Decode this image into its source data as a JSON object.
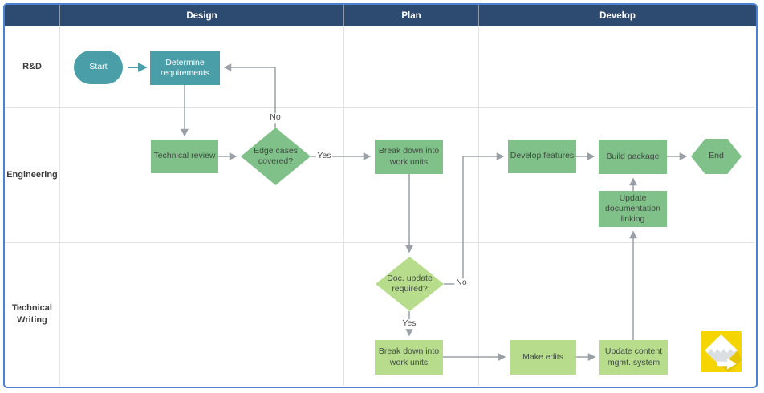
{
  "palette": {
    "header_bg": "#2d4b70",
    "frame_border": "#4d81d4",
    "teal": "#4a9ea8",
    "green": "#80c189",
    "light_green": "#b7dd8c",
    "arrow_gray": "#9aa0a6",
    "grid_line": "#e3e3e3",
    "logo_yellow": "#f5d500"
  },
  "phases": [
    {
      "label": "Design"
    },
    {
      "label": "Plan"
    },
    {
      "label": "Develop"
    }
  ],
  "lanes": [
    {
      "label": "R&D"
    },
    {
      "label": "Engineering"
    },
    {
      "label": "Technical Writing"
    }
  ],
  "nodes": {
    "start": {
      "label": "Start",
      "type": "terminator"
    },
    "determine_requirements": {
      "label": "Determine requirements",
      "type": "process"
    },
    "technical_review": {
      "label": "Technical review",
      "type": "process"
    },
    "edge_cases_covered": {
      "label": "Edge cases covered?",
      "type": "decision"
    },
    "break_down_work_units_1": {
      "label": "Break down into work units",
      "type": "process"
    },
    "develop_features": {
      "label": "Develop features",
      "type": "process"
    },
    "build_package": {
      "label": "Build package",
      "type": "process"
    },
    "end": {
      "label": "End",
      "type": "terminator"
    },
    "update_documentation_linking": {
      "label": "Update documentation linking",
      "type": "process"
    },
    "doc_update_required": {
      "label": "Doc. update required?",
      "type": "decision"
    },
    "break_down_work_units_2": {
      "label": "Break down into work units",
      "type": "process"
    },
    "make_edits": {
      "label": "Make edits",
      "type": "process"
    },
    "update_content_mgmt_system": {
      "label": "Update content mgmt. system",
      "type": "process"
    }
  },
  "edge_labels": {
    "edge_cases_yes": "Yes",
    "edge_cases_no": "No",
    "doc_update_yes": "Yes",
    "doc_update_no": "No"
  },
  "icons": {
    "logo": "yellow-torn-page-arrow-logo"
  }
}
